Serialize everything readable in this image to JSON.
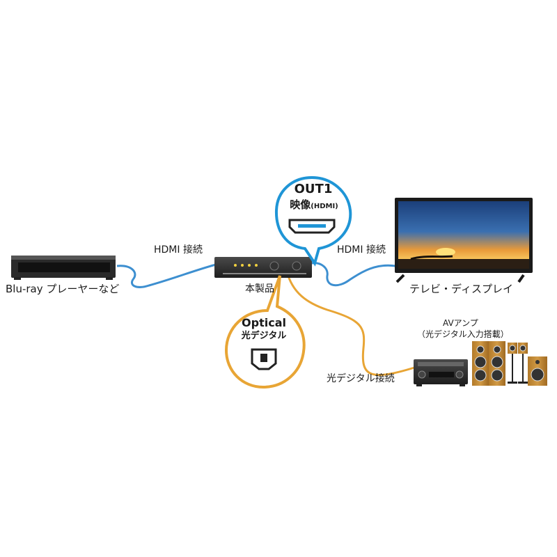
{
  "labels": {
    "bluray": "Blu-ray プレーヤーなど",
    "hdmi_in": "HDMI 接続",
    "hdmi_out": "HDMI 接続",
    "device": "本製品",
    "tv": "テレビ・ディスプレイ",
    "optical_conn": "光デジタル接続",
    "av_amp": "AVアンプ",
    "av_amp_note": "（光デジタル入力搭載）"
  },
  "bubbles": {
    "out1": {
      "line1": "OUT1",
      "line2": "映像",
      "line2_small": "(HDMI)"
    },
    "optical": {
      "line1": "Optical",
      "line2": "光デジタル"
    }
  },
  "colors": {
    "hdmi_cable": "#3d8fd0",
    "optical_cable": "#e8a535",
    "out1_bubble": "#1f95d6",
    "optical_bubble": "#e8a535"
  }
}
